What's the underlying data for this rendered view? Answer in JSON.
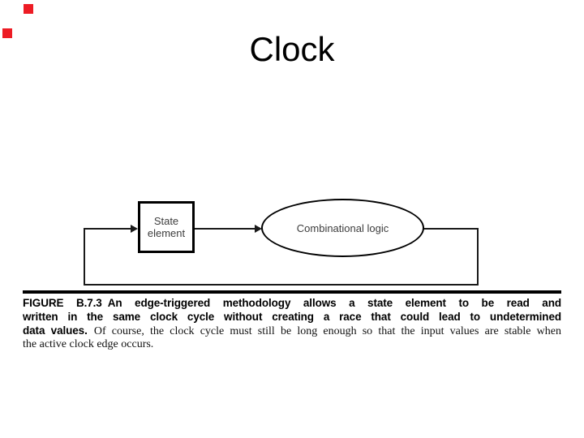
{
  "slide": {
    "title": "Clock"
  },
  "colors": {
    "red_accent": "#ed1c24",
    "line_color": "#1a1a1a",
    "diagram_text": "#3d3d3d",
    "background": "#ffffff"
  },
  "diagram": {
    "state_element": {
      "label_line1": "State",
      "label_line2": "element"
    },
    "combinational_logic": {
      "label": "Combinational logic"
    }
  },
  "caption": {
    "figure_label": "FIGURE B.7.3",
    "line1_rest": "An edge-triggered methodology allows a state element to be read and",
    "line2": "written in the same clock cycle without creating a race that could lead to undetermined",
    "line3_bold": "data values.",
    "line3_rest": "Of course, the clock cycle must still be long enough so that the input values are stable when",
    "line4": "the active clock edge occurs."
  }
}
